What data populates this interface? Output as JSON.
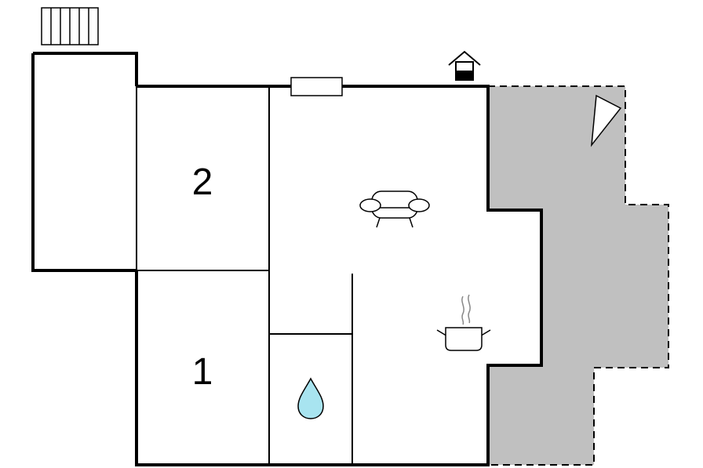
{
  "floorplan": {
    "rooms": [
      {
        "id": "bedroom-2",
        "label": "2"
      },
      {
        "id": "bedroom-1",
        "label": "1"
      }
    ],
    "icons": {
      "living_area": "sofa-icon",
      "kitchen": "cooking-pot-icon",
      "bathroom": "water-drop-icon",
      "chimney": "fireplace-icon",
      "radiator": "radiator-icon",
      "window": "window-icon",
      "terrace": "terrace-parasol-icon"
    },
    "colors": {
      "wall": "#000000",
      "terrace_fill": "#c0c0c0",
      "water_drop": "#a8e4f0"
    }
  }
}
